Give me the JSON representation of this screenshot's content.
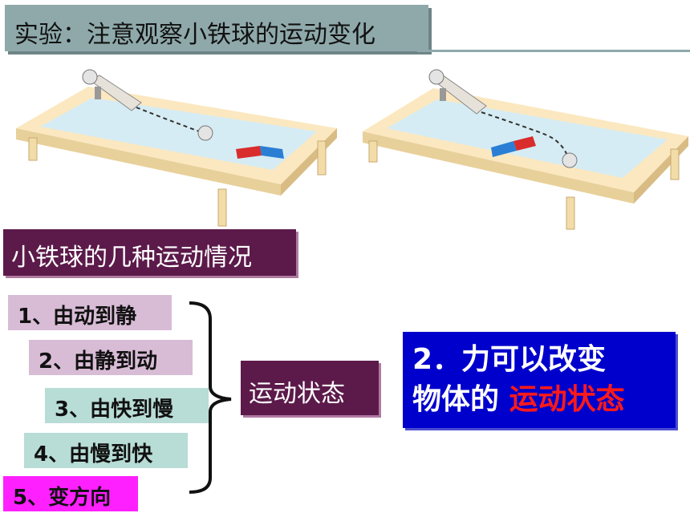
{
  "title": "实验：注意观察小铁球的运动变化",
  "section_label": "小铁球的几种运动情况",
  "items": [
    "1、由动到静",
    "2、由静到动",
    "3、由快到慢",
    "4、由慢到快",
    "5、变方向"
  ],
  "motion_state_label": "运动状态",
  "conclusion": {
    "line1": "2．力可以改变",
    "line2_prefix": "物体的",
    "line2_highlight": "运动状态"
  },
  "colors": {
    "title_bg": "#8fa9ab",
    "label_bg": "#5c1a4a",
    "item_pink": "#d8bcd6",
    "item_teal": "#b8dcd6",
    "item_magenta": "#ff20ff",
    "conclusion_bg": "#0000cc",
    "highlight_red": "#ff1a1a"
  },
  "icons": [
    "ball-icon",
    "ramp-icon",
    "magnet-icon",
    "brace-icon"
  ]
}
